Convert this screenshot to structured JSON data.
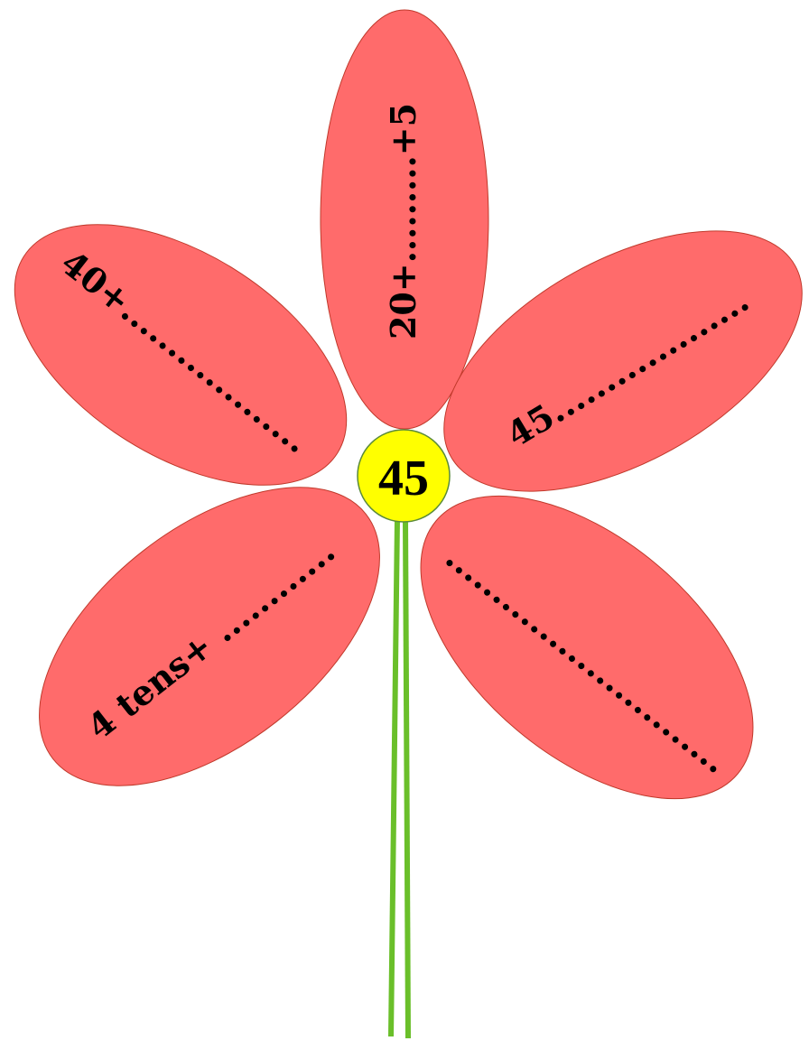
{
  "colors": {
    "petal": "#ff6b6b",
    "petal_outline": "#c0392b",
    "center": "#ffff00",
    "center_outline": "#5a8a3a",
    "stem": "#6abf2a",
    "text": "#000000"
  },
  "center": {
    "number": "45"
  },
  "petals": [
    {
      "id": "top",
      "text": "20+.........+5"
    },
    {
      "id": "upper-left",
      "text": "40+..................."
    },
    {
      "id": "upper-right",
      "text": "45..................."
    },
    {
      "id": "lower-left",
      "text": "4  tens+ ............"
    },
    {
      "id": "lower-right",
      "text": "............................."
    }
  ]
}
